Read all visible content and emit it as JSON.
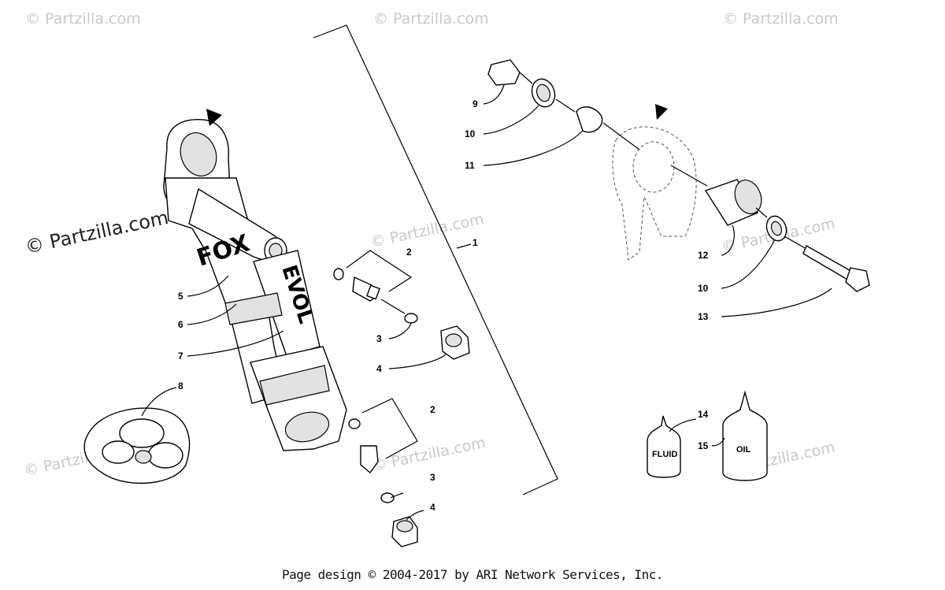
{
  "watermarks": {
    "small": "© Partzilla.com",
    "big": "© Partzilla.com"
  },
  "callouts": {
    "c1": "1",
    "c2a": "2",
    "c2b": "2",
    "c3a": "3",
    "c3b": "3",
    "c4a": "4",
    "c4b": "4",
    "c5": "5",
    "c6": "6",
    "c7": "7",
    "c8": "8",
    "c9": "9",
    "c10a": "10",
    "c10b": "10",
    "c11": "11",
    "c12": "12",
    "c13": "13",
    "c14": "14",
    "c15": "15"
  },
  "brand": {
    "fox": "FOX",
    "evol": "EVOL"
  },
  "bottles": {
    "fluid": "FLUID",
    "oil": "OIL"
  },
  "footer": "Page design © 2004-2017 by ARI Network Services, Inc.",
  "colors": {
    "line": "#000000",
    "watermark": "#c9c9c9",
    "background": "#ffffff"
  }
}
